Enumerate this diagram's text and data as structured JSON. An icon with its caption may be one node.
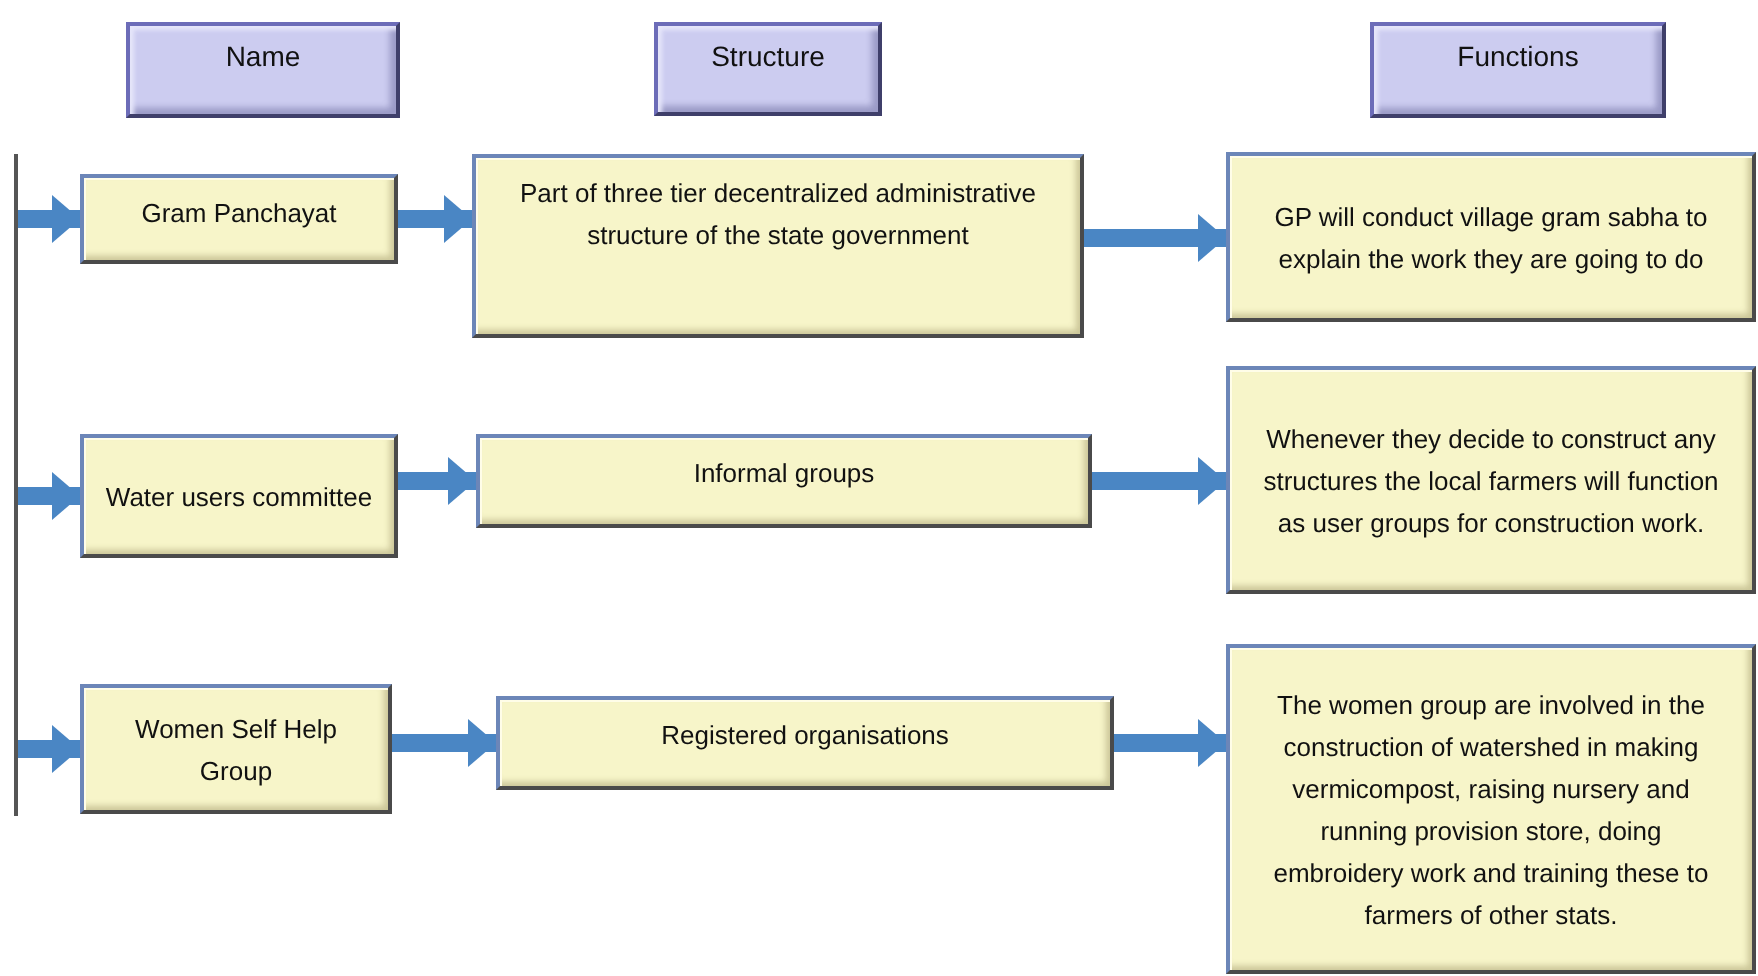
{
  "diagram": {
    "nodes": [
      {
        "text": [
          "Name"
        ]
      },
      {
        "text": [
          "Structure"
        ]
      },
      {
        "text": [
          "Functions"
        ]
      },
      {
        "text": [],
        "shape": "bar"
      },
      {
        "text": [
          "Gram Panchayat"
        ]
      },
      {
        "text": [
          "Part of three tier decentralized administrative structure of the state government"
        ]
      },
      {
        "text": [
          "GP will conduct village gram sabha to explain the work they are going to do"
        ]
      },
      {
        "text": [
          "Water users committee"
        ]
      },
      {
        "text": [
          "Informal groups"
        ]
      },
      {
        "text": [
          "Whenever they decide to construct any structures the local farmers will function as user groups for construction work."
        ]
      },
      {
        "text": [
          "Women Self Help Group"
        ]
      },
      {
        "text": [
          "Registered organisations"
        ]
      },
      {
        "text": [
          "The women group are involved in the construction of watershed in making vermicompost, raising nursery and running provision store, doing embroidery work and training these to farmers of other stats."
        ]
      }
    ],
    "edges": [
      {
        "from": 3,
        "to": 4,
        "arrow": "to"
      },
      {
        "from": 4,
        "to": 5,
        "arrow": "to"
      },
      {
        "from": 5,
        "to": 6,
        "arrow": "to"
      },
      {
        "from": 3,
        "to": 7,
        "arrow": "to"
      },
      {
        "from": 7,
        "to": 8,
        "arrow": "to"
      },
      {
        "from": 8,
        "to": 9,
        "arrow": "to"
      },
      {
        "from": 3,
        "to": 10,
        "arrow": "to"
      },
      {
        "from": 10,
        "to": 11,
        "arrow": "to"
      },
      {
        "from": 11,
        "to": 12,
        "arrow": "to"
      }
    ]
  }
}
